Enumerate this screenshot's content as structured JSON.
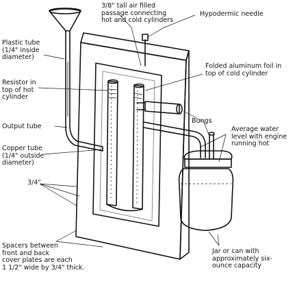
{
  "labels": {
    "air_passage": "3/8\" tall air filled\npassage connecting\nhot and cold cylinders",
    "hypodermic_needle": "Hypodermic needle",
    "plastic_tube": "Plastic tube\n(1/4\" inside\ndiameter)",
    "folded_foil": "Folded aluminum foil in\ntop of cold cylinder",
    "resistor": "Resistor in\ntop of hot\ncylinder",
    "bungs": "Bungs",
    "output_tube": "Output tube",
    "water_level": "Average water\nlevel with engine\nrunning hot",
    "copper_tube": "Copper tube\n(1/4\" outside\ndiameter)",
    "three_quarter": "3/4\"",
    "spacers": "Spacers between\nfront and back\ncover plates are each\n1 1/2\" wide by 3/4\" thick.",
    "jar": "Jar or can with\napproximately six-\nounce capacity"
  }
}
